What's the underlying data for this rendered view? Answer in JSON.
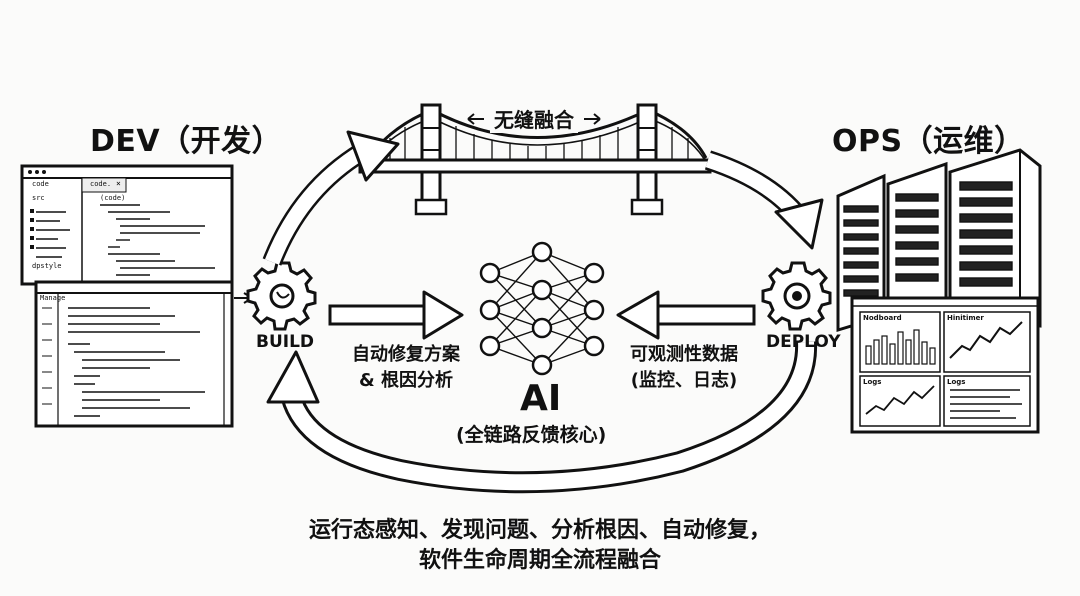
{
  "dev": {
    "title": "DEV（开发）",
    "editor_top": {
      "sidebar_header": "code",
      "sidebar_subheader": "src",
      "tab_label": "code.",
      "tab_close": "×",
      "code_header": "(code)",
      "sidebar_bottom": "dpstyle"
    },
    "editor_bottom": {
      "tab_label": "Manage"
    }
  },
  "ops": {
    "title": "OPS（运维）",
    "dashboard": {
      "panel1_title": "Nodboard",
      "panel2_title": "Hinitimer",
      "panel3_title": "Logs",
      "panel4_title": "Logs"
    }
  },
  "nodes": {
    "build": "BUILD",
    "deploy": "DEPLOY"
  },
  "bridge": {
    "label": "无缝融合"
  },
  "flows": {
    "left_line1": "自动修复方案",
    "left_line2": "& 根因分析",
    "right_line1": "可观测性数据",
    "right_line2": "(监控、日志)"
  },
  "ai": {
    "title": "AI",
    "subtitle": "(全链路反馈核心)"
  },
  "bottom": {
    "line1": "运行态感知、发现问题、分析根因、自动修复，",
    "line2": "软件生命周期全流程融合"
  }
}
